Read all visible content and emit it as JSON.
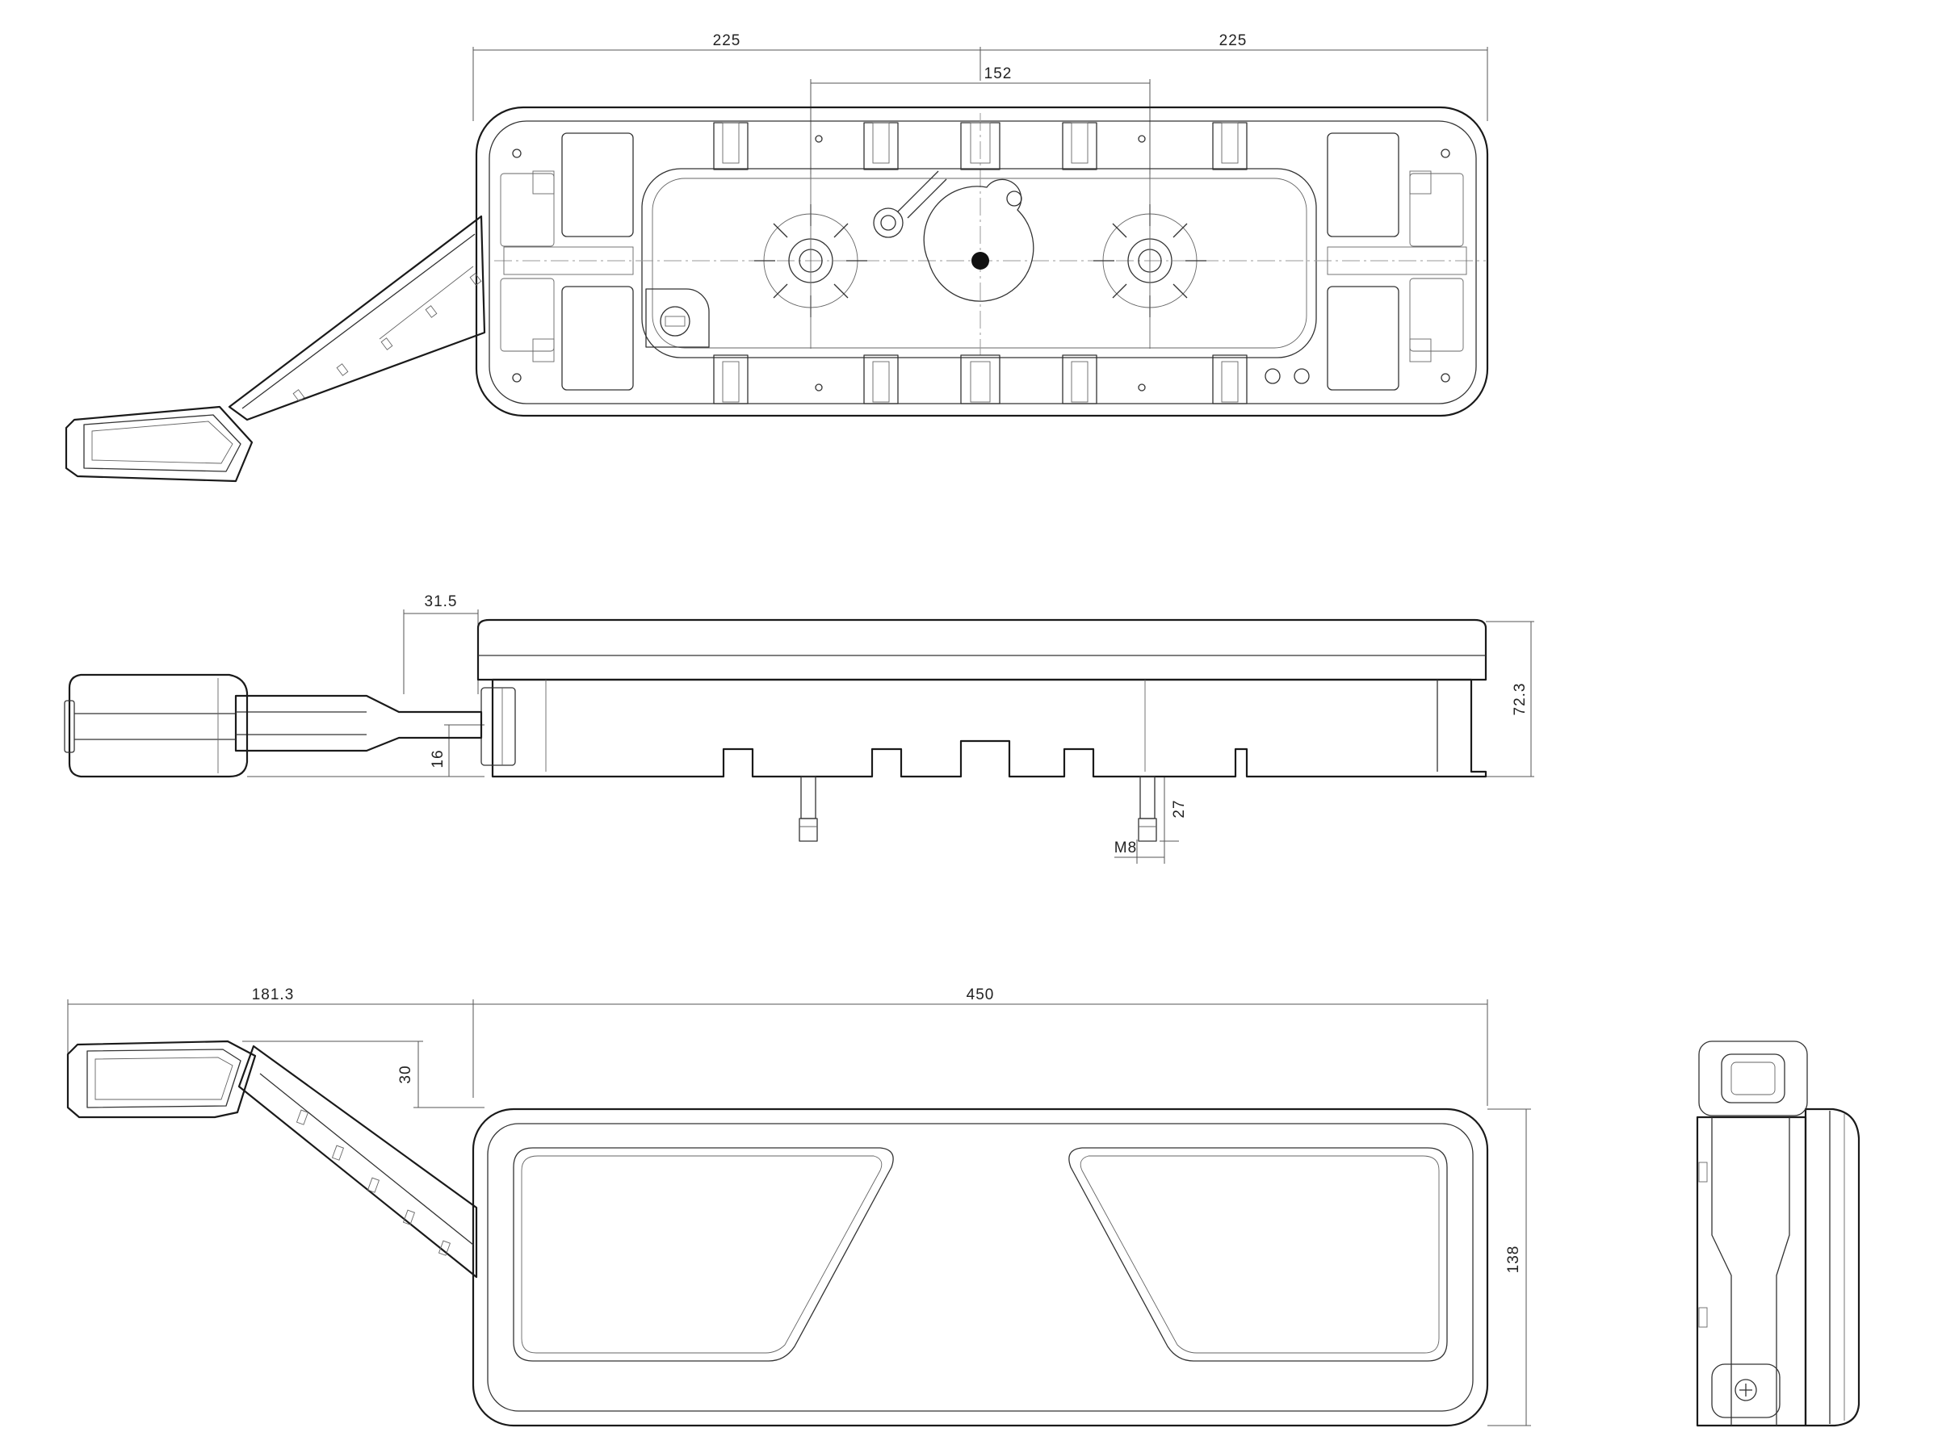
{
  "dimensions": {
    "top_left_half": "225",
    "top_right_half": "225",
    "bolt_spacing": "152",
    "arm_offset": "31.5",
    "body_depth": "72.3",
    "arm_height": "16",
    "stud_length": "27",
    "thread": "M8",
    "arm_reach": "181.3",
    "total_length": "450",
    "arm_rise": "30",
    "body_height": "138"
  }
}
